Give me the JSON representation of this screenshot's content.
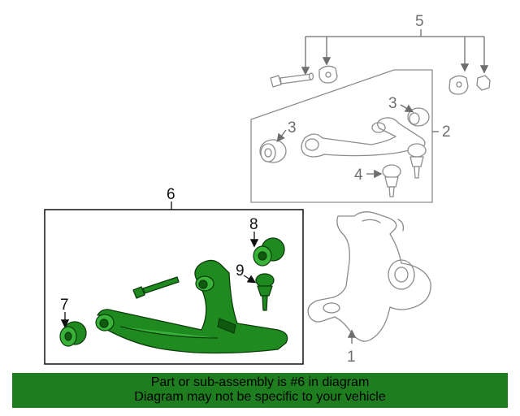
{
  "callouts": {
    "c1": "1",
    "c2": "2",
    "c3a": "3",
    "c3b": "3",
    "c4": "4",
    "c5": "5",
    "c6": "6",
    "c7": "7",
    "c8": "8",
    "c9": "9"
  },
  "banner": {
    "line1": "Part or sub-assembly is #6 in diagram",
    "line2": "Diagram may not be specific to your vehicle"
  },
  "colors": {
    "highlight": "#1f8a1f",
    "banner": "#1e7d1e",
    "ghost_line": "#8c8c8c"
  }
}
